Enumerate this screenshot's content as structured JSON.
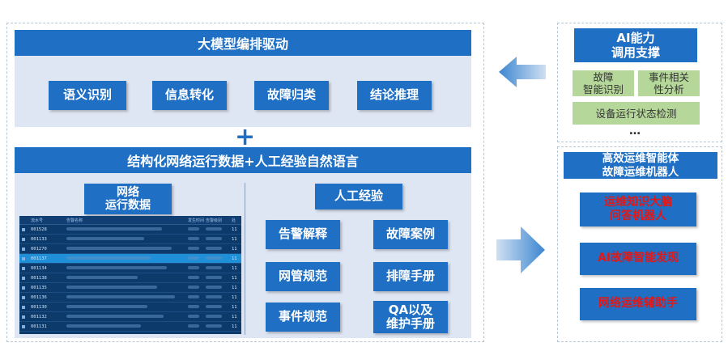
{
  "main": {
    "top_title": "大模型编排驱动",
    "capabilities": [
      "语义识别",
      "信息转化",
      "故障归类",
      "结论推理"
    ],
    "plus": "+",
    "data_title": "结构化网络运行数据+人工经验自然语言",
    "network_data_label": "网络\n运行数据",
    "experience_label": "人工经验",
    "experience_items": [
      "告警解释",
      "故障案例",
      "网管规范",
      "排障手册",
      "事件规范",
      "QA以及\n维护手册"
    ]
  },
  "table": {
    "headers": [
      "",
      "流水号",
      "告警名称",
      "发生时间",
      "告警级别",
      "处"
    ],
    "rows": [
      {
        "id": "001528",
        "last": "11"
      },
      {
        "id": "001133",
        "last": "11"
      },
      {
        "id": "001270",
        "last": "11"
      },
      {
        "id": "001137",
        "last": "11"
      },
      {
        "id": "001134",
        "last": "11"
      },
      {
        "id": "001138",
        "last": "11"
      },
      {
        "id": "001135",
        "last": "11"
      },
      {
        "id": "001136",
        "last": "11"
      },
      {
        "id": "001130",
        "last": "11"
      },
      {
        "id": "001132",
        "last": "11"
      },
      {
        "id": "001131",
        "last": "11"
      }
    ],
    "selected_index": 3
  },
  "ai_capability": {
    "title": "AI能力\n调用支撑",
    "items": [
      "故障\n智能识别",
      "事件相关\n性分析"
    ],
    "wide_item": "设备运行状态检测",
    "ellipsis": "…"
  },
  "robot": {
    "title": "高效运维智能体\n故障运维机器人",
    "items": [
      "运维知识大脑\n问答机器人",
      "AI故障智能发现",
      "网络运维辅助手"
    ]
  },
  "colors": {
    "primary_blue": "#1f6fc4",
    "panel_bg": "#dfe6f3",
    "green": "#b5d79a",
    "red_text": "#e01818"
  }
}
